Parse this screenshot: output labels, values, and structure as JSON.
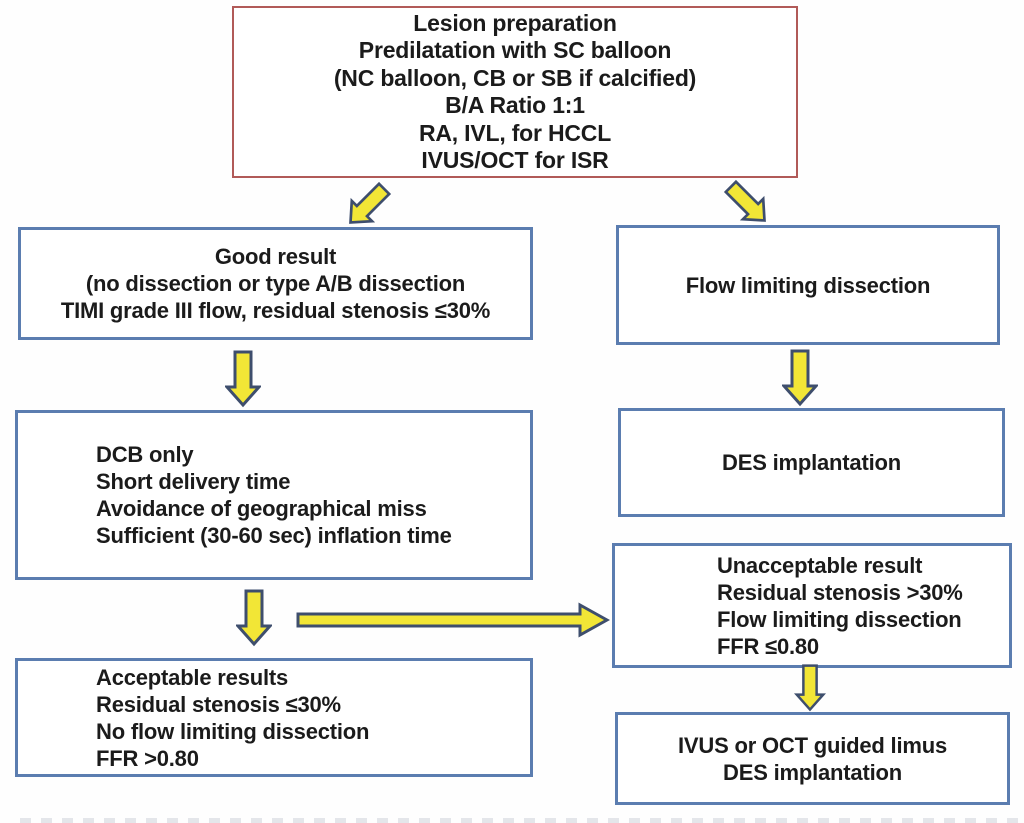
{
  "palette": {
    "background": "#fefefe",
    "border_blue": "#5b7db0",
    "border_red": "#b15a58",
    "arrow_fill": "#f2e636",
    "arrow_outline": "#3e4e6d",
    "text_color": "#1b1b1b"
  },
  "boxes": {
    "lesion_preparation": {
      "lines": [
        "Lesion preparation",
        "Predilatation with SC balloon",
        "(NC balloon, CB or SB if calcified)",
        "B/A Ratio 1:1",
        "RA, IVL, for HCCL",
        "IVUS/OCT for ISR"
      ]
    },
    "good_result": {
      "lines": [
        "Good result",
        "(no dissection or type A/B dissection",
        "TIMI grade III flow, residual stenosis ≤30%"
      ]
    },
    "flow_limiting_dissection": {
      "lines": [
        "Flow limiting dissection"
      ]
    },
    "dcb_only": {
      "lines": [
        "DCB only",
        "Short delivery time",
        "Avoidance of geographical miss",
        "Sufficient (30-60 sec) inflation time"
      ]
    },
    "des_implantation": {
      "lines": [
        "DES implantation"
      ]
    },
    "unacceptable_result": {
      "lines": [
        "Unacceptable result",
        "Residual stenosis >30%",
        "Flow limiting dissection",
        "FFR ≤0.80"
      ]
    },
    "acceptable_results": {
      "lines": [
        "Acceptable results",
        "Residual stenosis ≤30%",
        "No flow limiting dissection",
        "FFR >0.80"
      ]
    },
    "ivus_oct_guided": {
      "lines": [
        "IVUS or OCT guided limus",
        "DES implantation"
      ]
    }
  },
  "arrows": [
    {
      "name": "lesion-prep-to-good-result",
      "direction": "down-left"
    },
    {
      "name": "lesion-prep-to-flow-limiting",
      "direction": "down-right"
    },
    {
      "name": "good-result-to-dcb-only",
      "direction": "down"
    },
    {
      "name": "flow-limiting-to-des-implantation",
      "direction": "down"
    },
    {
      "name": "dcb-only-to-acceptable-results",
      "direction": "down"
    },
    {
      "name": "dcb-only-to-unacceptable-result",
      "direction": "right"
    },
    {
      "name": "unacceptable-to-ivus-oct",
      "direction": "down"
    }
  ]
}
